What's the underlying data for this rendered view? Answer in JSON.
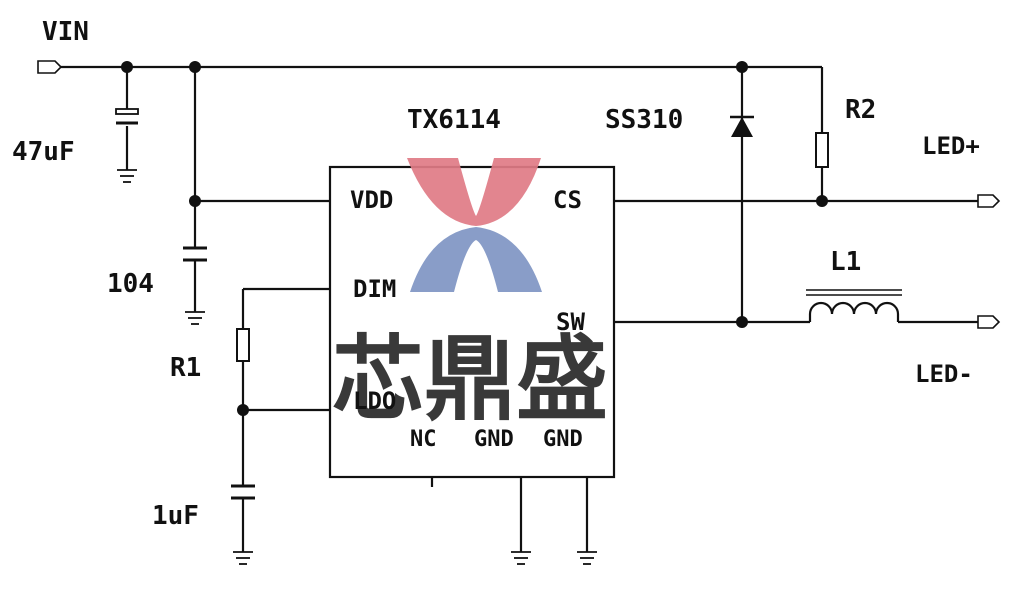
{
  "net_labels": {
    "vin": "VIN",
    "led_plus": "LED+",
    "led_minus": "LED-"
  },
  "components": {
    "c_input": "47uF",
    "c_vdd": "104",
    "c_ldo": "1uF",
    "r1": "R1",
    "r2": "R2",
    "l1": "L1",
    "diode": "SS310"
  },
  "ic": {
    "part": "TX6114",
    "pins": {
      "vdd": "VDD",
      "cs": "CS",
      "dim": "DIM",
      "sw": "SW",
      "ldo": "LDO",
      "nc": "NC",
      "gnd1": "GND",
      "gnd2": "GND"
    }
  },
  "watermark": {
    "text": "芯鼎盛",
    "color_top": "#e07b86",
    "color_bottom": "#7f95c4",
    "color_text": "#9a9a9a"
  }
}
